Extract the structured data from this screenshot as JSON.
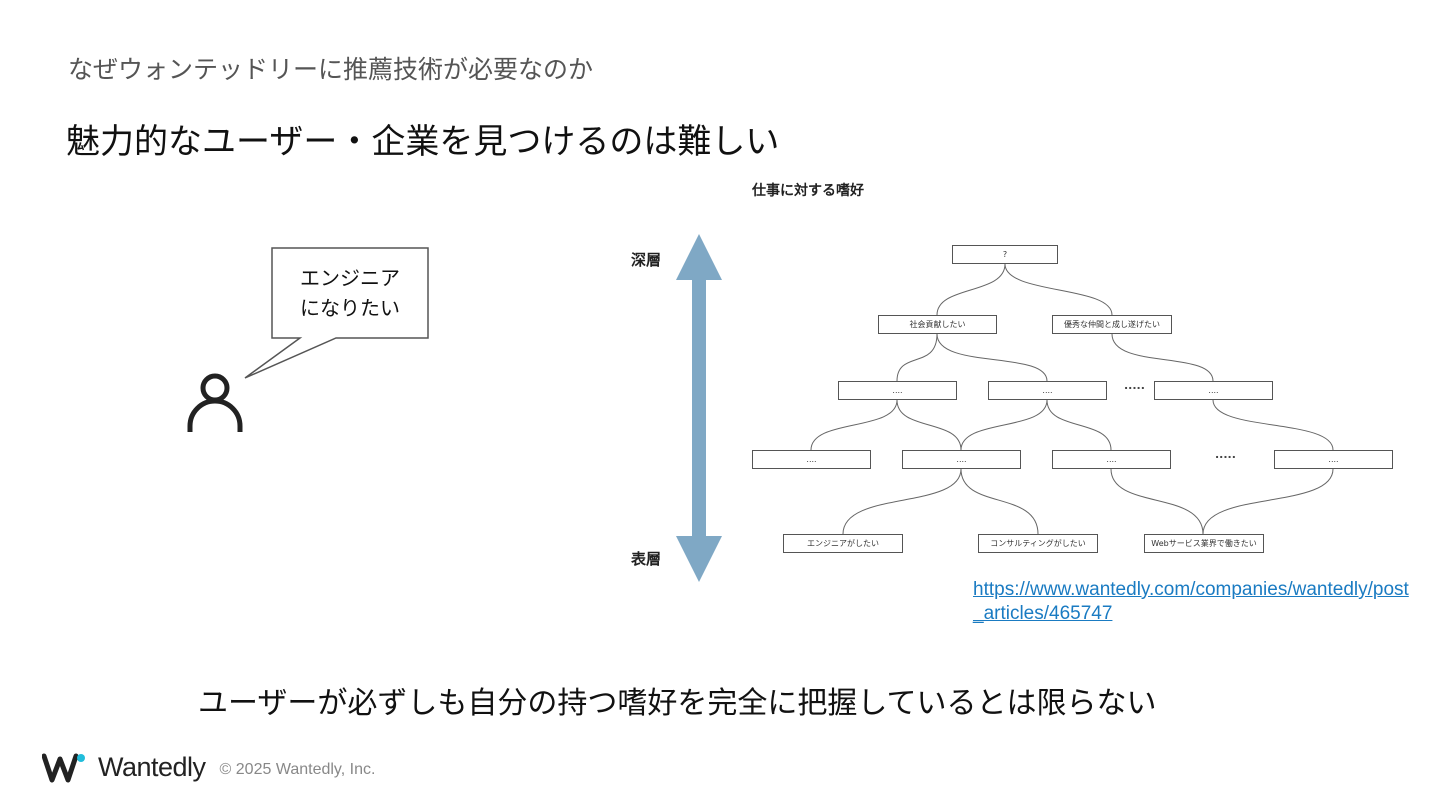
{
  "slide": {
    "subtitle": "なぜウォンテッドリーに推薦技術が必要なのか",
    "headline": "魅力的なユーザー・企業を見つけるのは難しい",
    "conclusion": "ユーザーが必ずしも自分の持つ嗜好を完全に把握しているとは限らない"
  },
  "user": {
    "speech_line1": "エンジニア",
    "speech_line2": "になりたい"
  },
  "diagram": {
    "title": "仕事に対する嗜好",
    "axis_top": "深層",
    "axis_bottom": "表層",
    "accent_color": "#7fa8c5",
    "nodes": {
      "root": "?",
      "l1_left": "社会貢献したい",
      "l1_right": "優秀な仲間と成し遂げたい",
      "l2_a": "....",
      "l2_b": "....",
      "l2_c": "....",
      "l3_a": "....",
      "l3_b": "....",
      "l3_c": "....",
      "l3_d": "....",
      "leaf_engineer": "エンジニアがしたい",
      "leaf_consulting": "コンサルティングがしたい",
      "leaf_web": "Webサービス業界で働きたい"
    },
    "ellipsis": "....."
  },
  "source": {
    "url": "https://www.wantedly.com/companies/wantedly/post_articles/465747"
  },
  "footer": {
    "brand": "Wantedly",
    "copyright": "© 2025 Wantedly, Inc."
  }
}
